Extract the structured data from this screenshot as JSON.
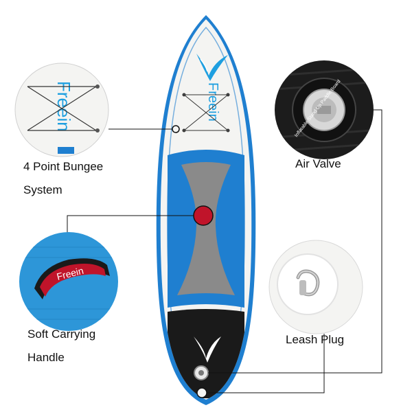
{
  "features": {
    "bungee": {
      "line1": "4 Point Bungee",
      "line2": "System"
    },
    "air_valve": {
      "line1": "Air Valve"
    },
    "handle": {
      "line1": "Soft Carrying",
      "line2": "Handle"
    },
    "leash": {
      "line1": "Leash Plug"
    }
  },
  "board": {
    "brand": "Freein",
    "valve_ring_text": "Inflatable Stand Up Paddle Board"
  },
  "colors": {
    "board_blue": "#1f7fd0",
    "board_white": "#f4f4f2",
    "deck_gray": "#8a8a8a",
    "tail_black": "#1a1a1a",
    "handle_red": "#c0142a",
    "brand_blue": "#1e9fe0"
  },
  "icons": {
    "logo": "freein-wave-logo"
  }
}
